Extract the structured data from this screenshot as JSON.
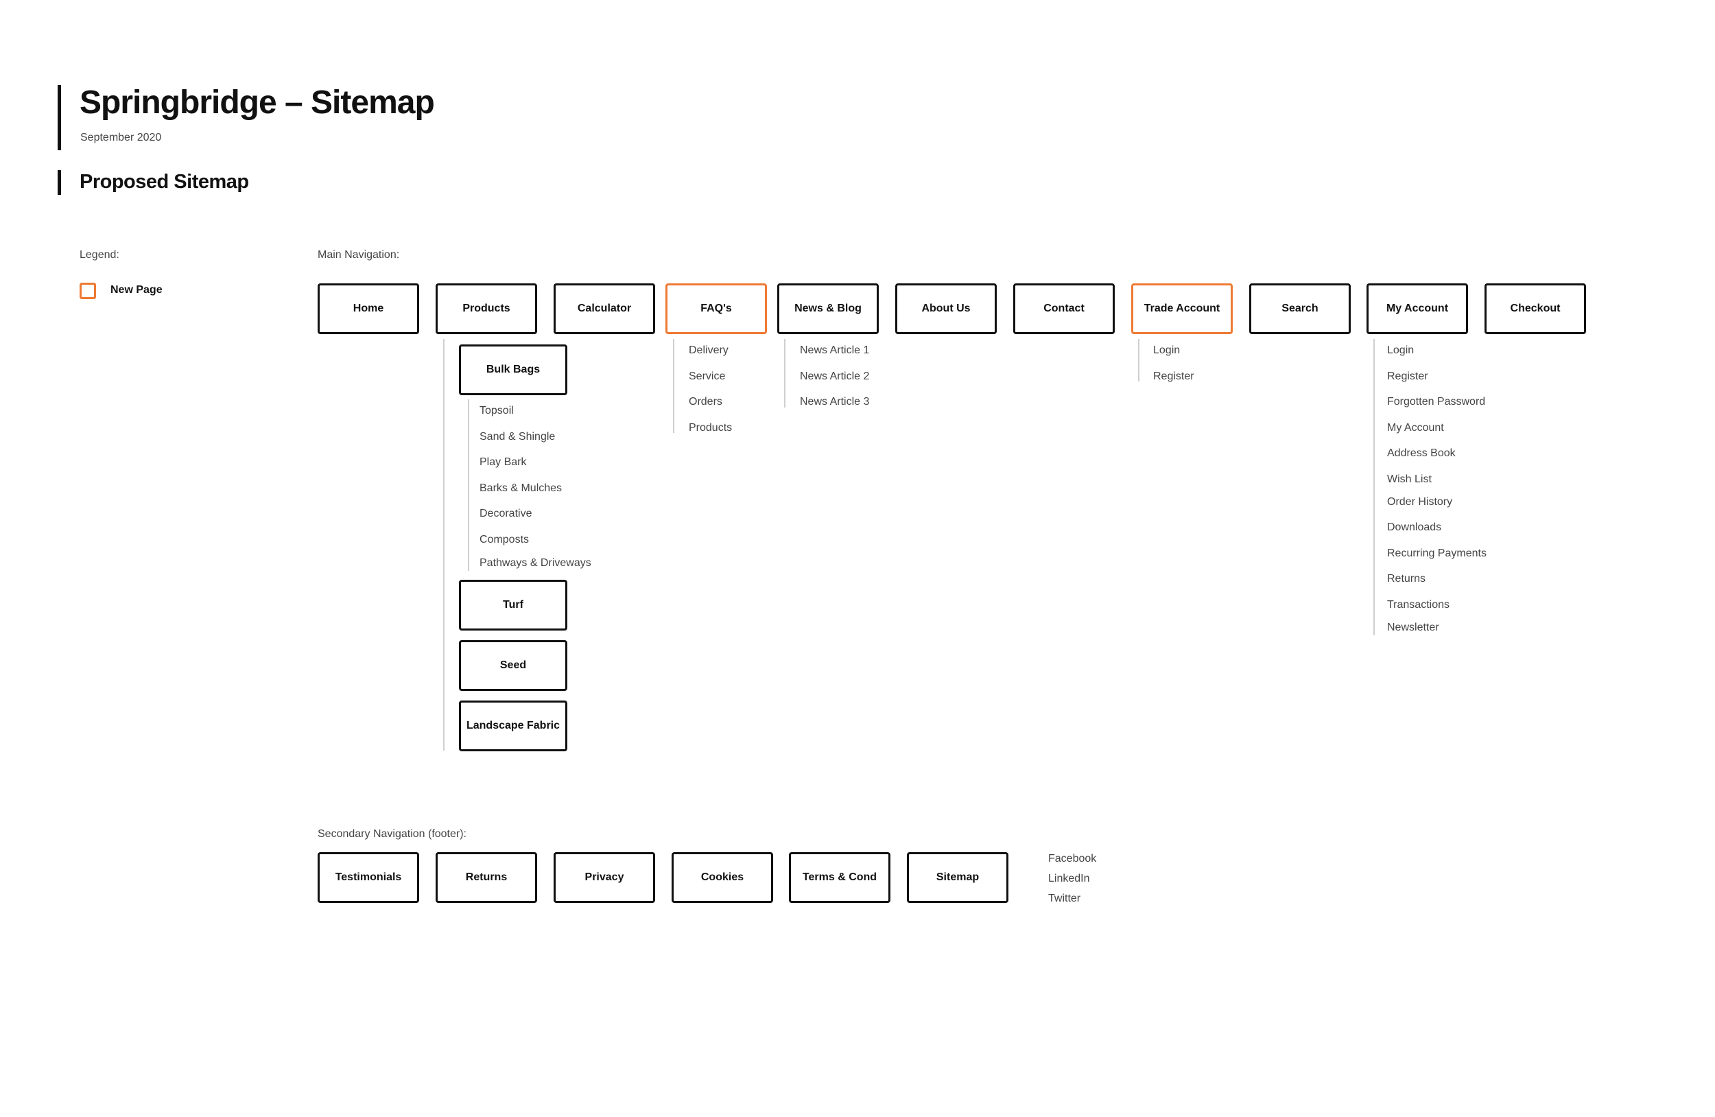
{
  "header": {
    "title": "Springbridge – Sitemap",
    "date": "September 2020",
    "subtitle": "Proposed Sitemap"
  },
  "legend": {
    "label": "Legend:",
    "items": [
      {
        "label": "New Page",
        "border_color": "#ee7a33"
      }
    ]
  },
  "main_nav": {
    "label": "Main Navigation:",
    "items": [
      {
        "label": "Home",
        "new": false
      },
      {
        "label": "Products",
        "new": false
      },
      {
        "label": "Calculator",
        "new": false
      },
      {
        "label": "FAQ's",
        "new": true
      },
      {
        "label": "News & Blog",
        "new": false
      },
      {
        "label": "About Us",
        "new": false
      },
      {
        "label": "Contact",
        "new": false
      },
      {
        "label": "Trade Account",
        "new": true
      },
      {
        "label": "Search",
        "new": false
      },
      {
        "label": "My Account",
        "new": false
      },
      {
        "label": "Checkout",
        "new": false
      }
    ]
  },
  "products": {
    "bulk_bags": {
      "label": "Bulk Bags",
      "children": [
        "Topsoil",
        "Sand & Shingle",
        "Play Bark",
        "Barks & Mulches",
        "Decorative",
        "Composts",
        "Pathways & Driveways"
      ]
    },
    "categories": [
      "Turf",
      "Seed",
      "Landscape Fabric"
    ]
  },
  "faqs": {
    "children": [
      "Delivery",
      "Service",
      "Orders",
      "Products"
    ]
  },
  "news": {
    "children": [
      "News Article 1",
      "News Article 2",
      "News Article 3"
    ]
  },
  "trade_account": {
    "children": [
      "Login",
      "Register"
    ]
  },
  "my_account": {
    "children": [
      "Login",
      "Register",
      "Forgotten Password",
      "My Account",
      "Address Book",
      "Wish List",
      "Order History",
      "Downloads",
      "Recurring Payments",
      "Returns",
      "Transactions",
      "Newsletter"
    ]
  },
  "secondary_nav": {
    "label": "Secondary Navigation (footer):",
    "items": [
      "Testimonials",
      "Returns",
      "Privacy",
      "Cookies",
      "Terms & Cond",
      "Sitemap"
    ],
    "social": [
      "Facebook",
      "LinkedIn",
      "Twitter"
    ]
  },
  "colors": {
    "new_page": "#ee7a33",
    "border": "#111111",
    "connector": "#cfcfcf",
    "muted_text": "#444444"
  }
}
